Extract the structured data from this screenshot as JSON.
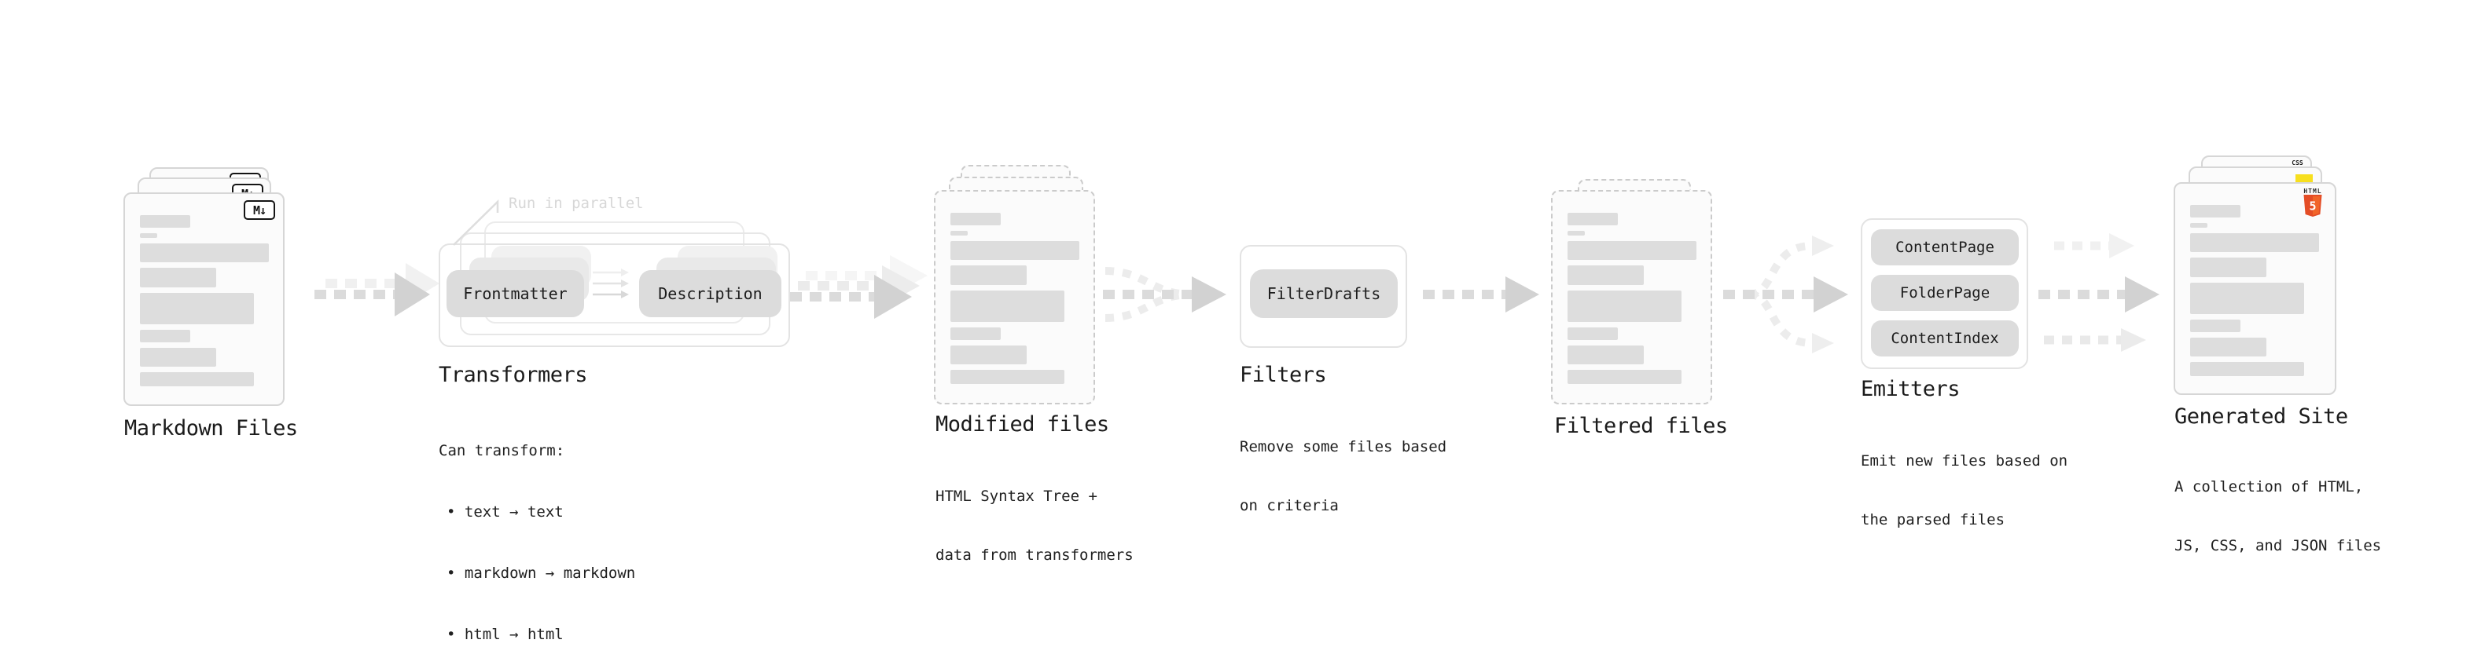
{
  "stages": {
    "markdown": {
      "label": "Markdown Files",
      "badge": "M↓"
    },
    "transformers": {
      "label": "Transformers",
      "annotation": "Run in parallel",
      "pill_left": "Frontmatter",
      "pill_right": "Description",
      "desc_title": "Can transform:",
      "bullet1": "• text → text",
      "bullet2": "• markdown → markdown",
      "bullet3": "• html → html"
    },
    "modified": {
      "label": "Modified files",
      "desc1": "HTML Syntax Tree +",
      "desc2": "data from transformers"
    },
    "filters": {
      "label": "Filters",
      "pill": "FilterDrafts",
      "desc1": "Remove some files based",
      "desc2": "on criteria"
    },
    "filtered": {
      "label": "Filtered files"
    },
    "emitters": {
      "label": "Emitters",
      "pill1": "ContentPage",
      "pill2": "FolderPage",
      "pill3": "ContentIndex",
      "desc1": "Emit new files based on",
      "desc2": "the parsed files"
    },
    "generated": {
      "label": "Generated Site",
      "desc1": "A collection of HTML,",
      "desc2": "JS, CSS, and JSON files",
      "html5_word": "HTML",
      "html5_number": "5",
      "css_word": "CSS"
    }
  },
  "colors": {
    "html5_orange": "#e44d26",
    "html5_orange_light": "#f16529",
    "js_yellow": "#f7df1e",
    "css_blue": "#2962ff",
    "pill_gray": "#dcdcdc",
    "arrow_gray": "#dbdbdb",
    "arrow_head_gray": "#d2d2d2",
    "card_border": "#d6d6d6"
  }
}
